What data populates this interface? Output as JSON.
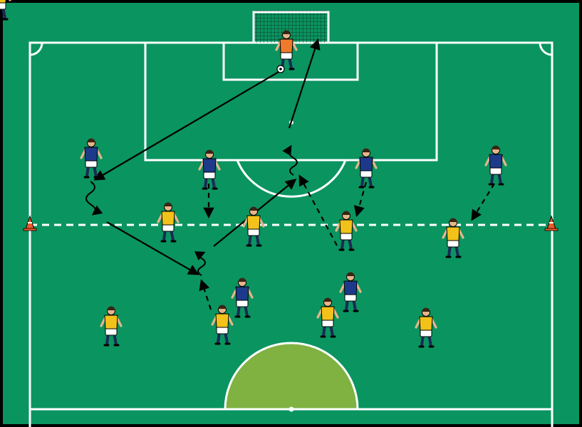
{
  "diagram": {
    "colors": {
      "pitch": "#0a9460",
      "lines": "#ffffff",
      "center_circle_fill": "#7fb241",
      "team_blue": "#1d3a8a",
      "team_yellow": "#f2c21b",
      "goalkeeper": "#f07a2a",
      "shorts": "#ffffff",
      "cone": "#f05a28"
    },
    "icons": [
      "cone-icon",
      "player-icon",
      "goalkeeper-icon",
      "ball-icon"
    ],
    "players": {
      "blue": [
        {
          "id": "b1"
        },
        {
          "id": "b2"
        },
        {
          "id": "b3"
        },
        {
          "id": "b4"
        },
        {
          "id": "b5"
        },
        {
          "id": "b6"
        },
        {
          "id": "b7"
        }
      ],
      "yellow": [
        {
          "id": "y1"
        },
        {
          "id": "y2"
        },
        {
          "id": "y3"
        },
        {
          "id": "y4"
        },
        {
          "id": "y5"
        },
        {
          "id": "y6"
        },
        {
          "id": "y7"
        },
        {
          "id": "y8"
        },
        {
          "id": "y9"
        }
      ],
      "goalkeeper": {
        "id": "gk"
      }
    }
  }
}
